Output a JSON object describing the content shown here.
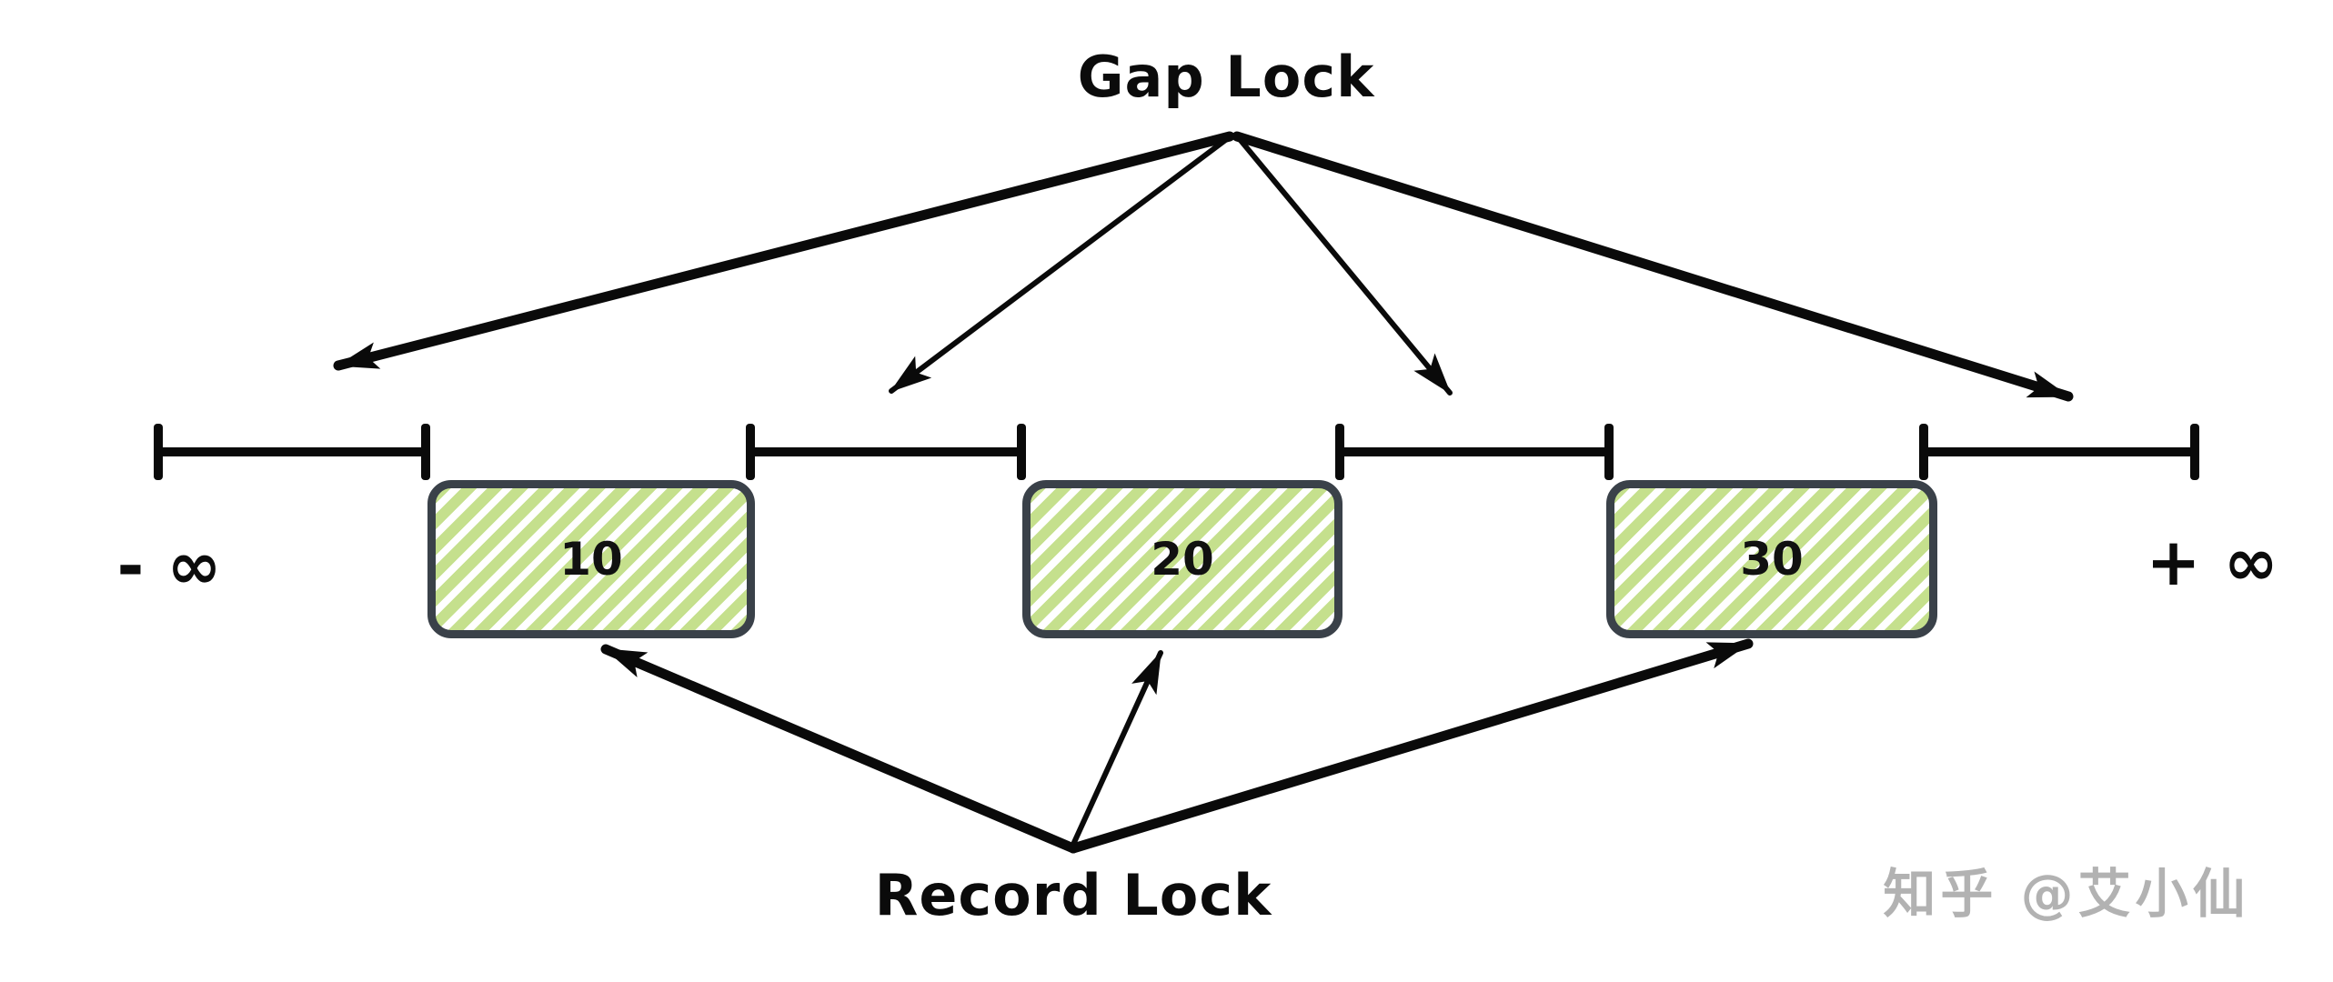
{
  "diagram": {
    "title": "Gap Lock",
    "record_lock_label": "Record Lock",
    "axis": {
      "neg_infinity": "- ∞",
      "pos_infinity": "+ ∞"
    },
    "records": [
      {
        "value": "10"
      },
      {
        "value": "20"
      },
      {
        "value": "30"
      }
    ],
    "gap_segments_count": 4,
    "colors": {
      "ink_black": "#0a0a0a",
      "box_border": "#3a4149",
      "hatch_green": "#c5e08d",
      "hatch_background": "#ffffff",
      "watermark_gray": "#b2b2b2"
    },
    "watermark": "知乎 @艾小仙"
  }
}
